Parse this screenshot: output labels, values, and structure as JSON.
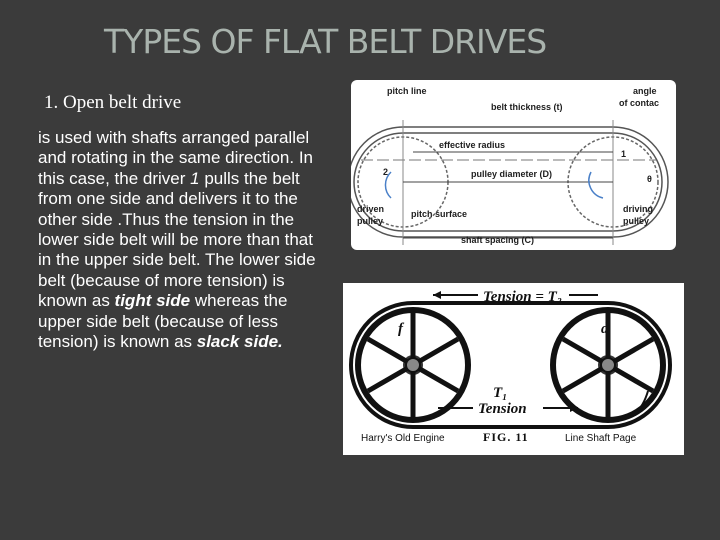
{
  "slide": {
    "title": "TYPES OF FLAT BELT DRIVES",
    "subheading": "1. Open belt drive",
    "body": {
      "part1": "is used with shafts arranged parallel and rotating in the same direction. In this case, the driver ",
      "driver_num": "1",
      "part2": " pulls the belt from one side and delivers it to the other side .Thus the tension in the lower side belt will be more than that in the upper side belt. The lower side belt (because of more tension) is known as ",
      "tight_side": "tight side",
      "part3": " whereas the upper side belt (because of less tension) is known as ",
      "slack_side": "slack side."
    }
  },
  "diagram_top": {
    "pitch_line": "pitch line",
    "belt_thickness": "belt thickness (t)",
    "angle_contact_1": "angle",
    "angle_contact_2": "of contac",
    "effective_radius": "effective radius",
    "pulley_diameter": "pulley diameter (D)",
    "driven_num": "2",
    "driver_num": "1",
    "theta": "θ",
    "driven_1": "driven",
    "driven_2": "pulley",
    "pitch_surface": "pitch surface",
    "driving_1": "driving",
    "driving_2": "pulley",
    "shaft_spacing": "shaft spacing (C)"
  },
  "diagram_bottom": {
    "tension_top": "Tension = T₂",
    "tension_bottom_sub": "T₁",
    "tension_bottom": "Tension",
    "label_f": "f",
    "label_d": "d",
    "credit_left": "Harry's Old Engine",
    "fig_label": "FIG. 11",
    "credit_right": "Line Shaft Page"
  }
}
